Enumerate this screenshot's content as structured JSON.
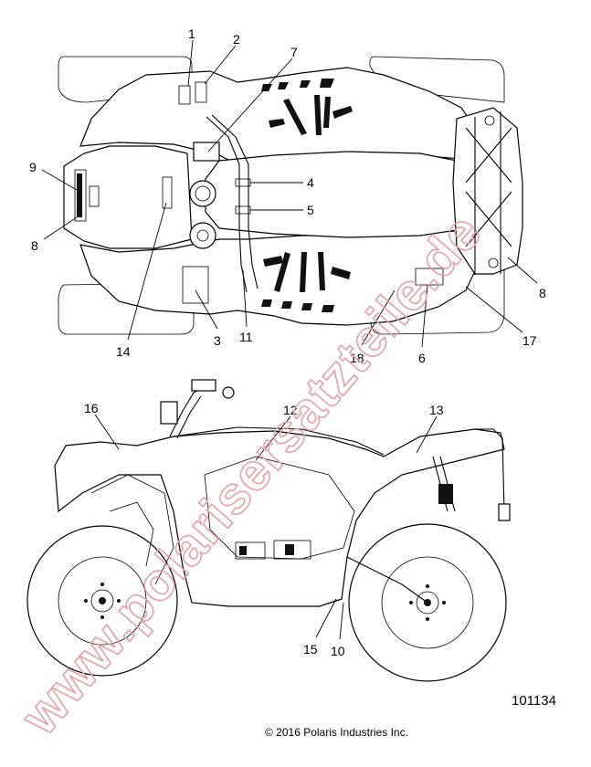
{
  "callouts": {
    "top_view": [
      "1",
      "2",
      "7",
      "9",
      "8",
      "4",
      "5",
      "14",
      "3",
      "11",
      "18",
      "6",
      "17",
      "8"
    ],
    "side_view": [
      "16",
      "12",
      "13",
      "15",
      "10"
    ]
  },
  "figure_number": "101134",
  "copyright": "© 2016 Polaris Industries Inc.",
  "watermark": "www.polarisersatzteile.de",
  "colors": {
    "watermark": "#e8a0a6",
    "line": "#000000",
    "background": "#ffffff"
  }
}
